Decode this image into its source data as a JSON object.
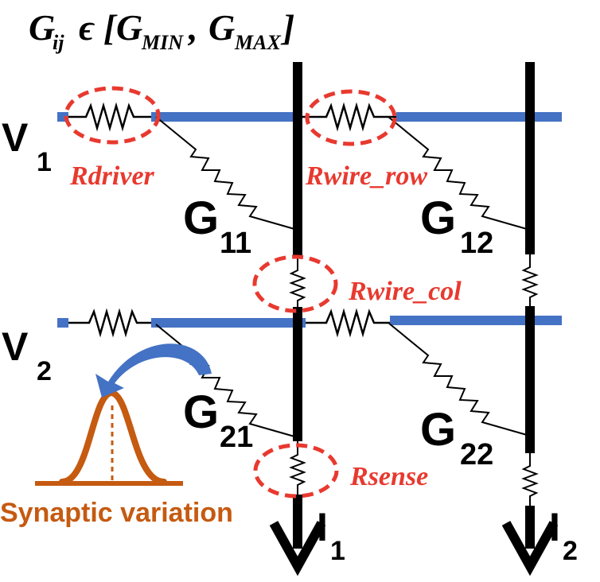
{
  "title": {
    "G": "G",
    "ij": "ij",
    "in_symbol": "ϵ",
    "open_bracket": "[",
    "comma": ",",
    "close_bracket": "]",
    "min": "MIN",
    "max": "MAX"
  },
  "row_voltages": [
    {
      "main": "V",
      "sub": "1"
    },
    {
      "main": "V",
      "sub": "2"
    }
  ],
  "conductances": [
    {
      "main": "G",
      "sub": "11"
    },
    {
      "main": "G",
      "sub": "12"
    },
    {
      "main": "G",
      "sub": "21"
    },
    {
      "main": "G",
      "sub": "22"
    }
  ],
  "column_currents": [
    {
      "main": "I",
      "sub": "1"
    },
    {
      "main": "I",
      "sub": "2"
    }
  ],
  "parasitic_labels": {
    "rdriver": "Rdriver",
    "rwire_row": "Rwire_row",
    "rwire_col": "Rwire_col",
    "rsense": "Rsense"
  },
  "variation_label": "Synaptic variation",
  "colors": {
    "row_wire": "#4472c4",
    "column_wire": "#000000",
    "highlight_ellipse": "#e8392f",
    "parasitic_text": "#e8392f",
    "variation": "#c55a11",
    "arrow": "#4472c4"
  }
}
